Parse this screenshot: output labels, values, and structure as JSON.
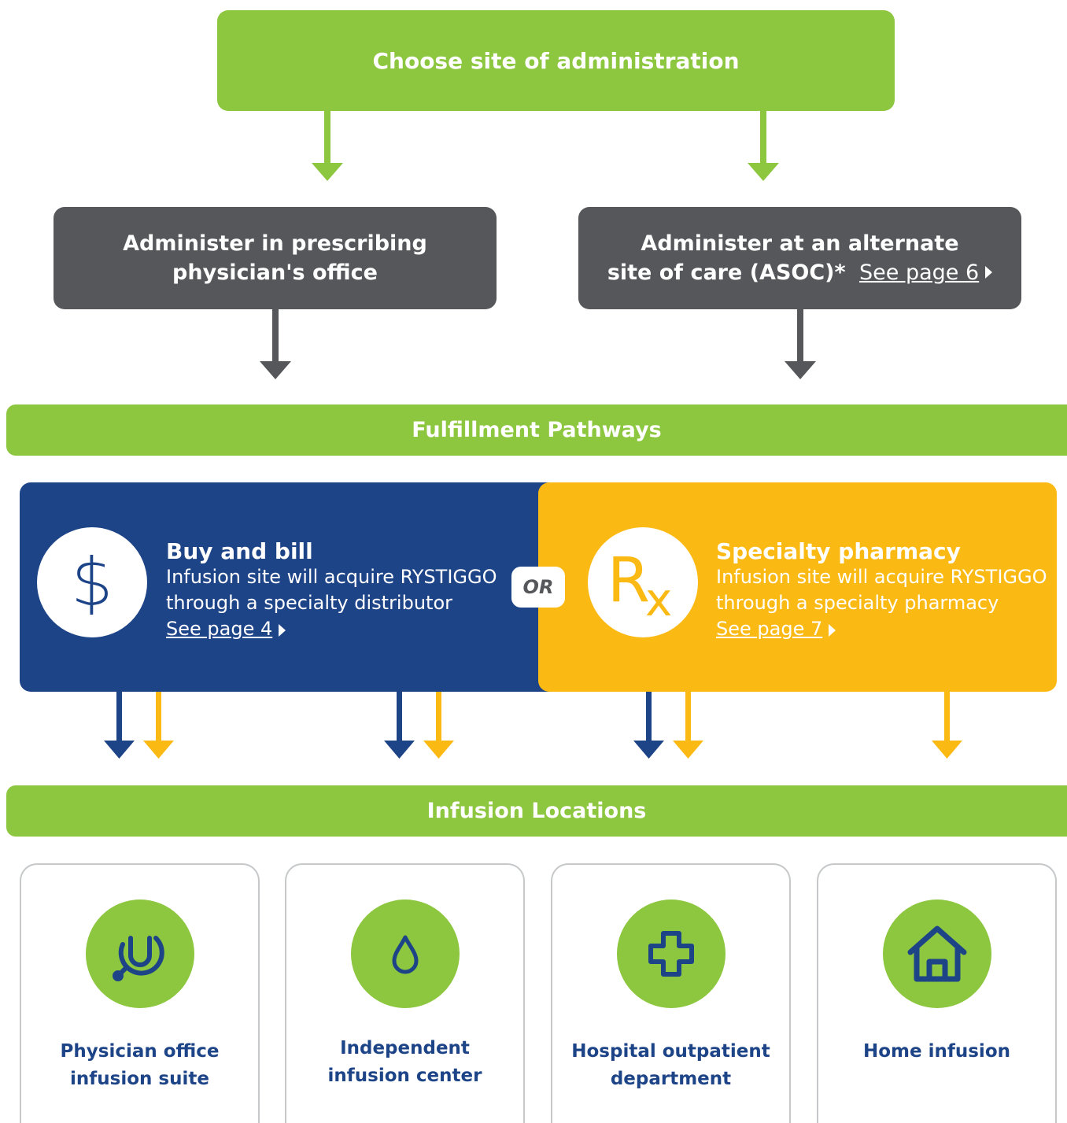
{
  "top": {
    "title": "Choose site of administration"
  },
  "administer": {
    "left": {
      "line1": "Administer in prescribing",
      "line2": "physician's office"
    },
    "right": {
      "line1": "Administer at an alternate",
      "line2": "site of care (ASOC)*",
      "link": "See page 6"
    }
  },
  "fulfillment": {
    "title": "Fulfillment Pathways"
  },
  "buy_bill": {
    "icon_symbol": "$",
    "title": "Buy and bill",
    "desc1": "Infusion site will acquire RYSTIGGO",
    "desc2": "through a specialty distributor",
    "link": "See page 4"
  },
  "or_label": "OR",
  "specialty": {
    "icon_symbol": "Rx",
    "title": "Specialty pharmacy",
    "desc1": "Infusion site will acquire RYSTIGGO",
    "desc2": "through a specialty pharmacy",
    "link": "See page 7"
  },
  "infusion": {
    "title": "Infusion Locations"
  },
  "locations": [
    {
      "line1": "Physician office",
      "line2": "infusion suite",
      "icon": "stethoscope-icon"
    },
    {
      "line1": "Independent",
      "line2": "infusion center",
      "icon": "drop-icon"
    },
    {
      "line1": "Hospital outpatient",
      "line2": "department",
      "icon": "medical-cross-icon"
    },
    {
      "line1": "Home infusion",
      "line2": "",
      "icon": "house-icon"
    }
  ],
  "colors": {
    "green": "#8dc63f",
    "gray": "#55575a",
    "blue": "#1e4488",
    "yellow": "#fbb914"
  }
}
